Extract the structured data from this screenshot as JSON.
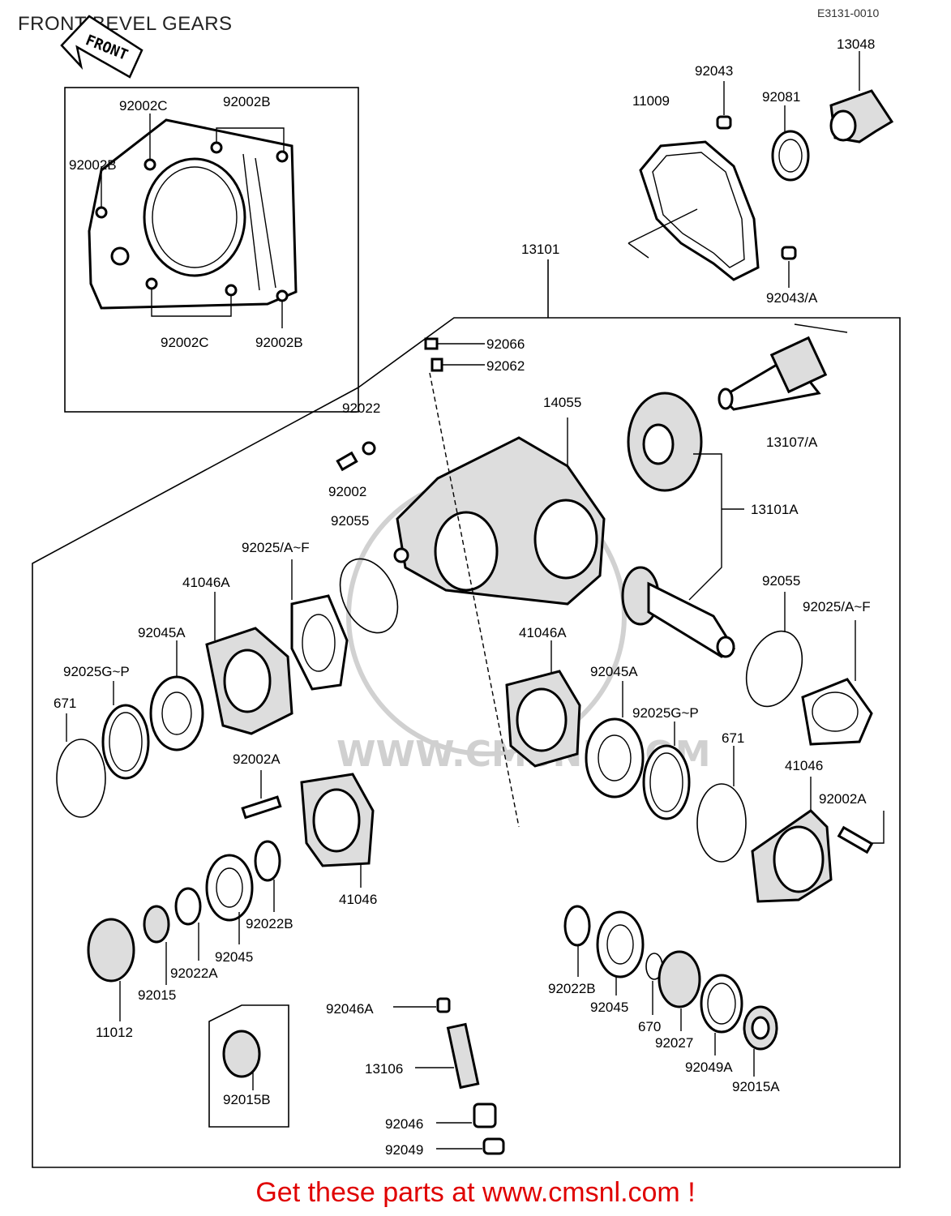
{
  "title": "FRONT BEVEL GEARS",
  "diagram_code": "E3131-0010",
  "front_tag": "FRONT",
  "watermark": "WWW.CMSNL.COM",
  "footer": "Get these parts at www.cmsnl.com !",
  "labels": {
    "p92002C_a": "92002C",
    "p92002B_a": "92002B",
    "p92002B_b": "92002B",
    "p92002C_b": "92002C",
    "p92002B_c": "92002B",
    "p11009": "11009",
    "p92043": "92043",
    "p92081": "92081",
    "p13048": "13048",
    "p92043A": "92043/A",
    "p13101": "13101",
    "p92066": "92066",
    "p92062": "92062",
    "p92022": "92022",
    "p14055": "14055",
    "p13107A": "13107/A",
    "p92002": "92002",
    "p92055_a": "92055",
    "p13101A": "13101A",
    "p92025AF_a": "92025/A~F",
    "p41046A_a": "41046A",
    "p92055_b": "92055",
    "p92025AF_b": "92025/A~F",
    "p92045A_a": "92045A",
    "p41046A_b": "41046A",
    "p92025GP_a": "92025G~P",
    "p92045A_b": "92045A",
    "p671_a": "671",
    "p92025GP_b": "92025G~P",
    "p671_b": "671",
    "p92002A_a": "92002A",
    "p41046_a": "41046",
    "p92002A_b": "92002A",
    "p41046_b": "41046",
    "p92022B_a": "92022B",
    "p92045_a": "92045",
    "p92022A": "92022A",
    "p92015": "92015",
    "p11012": "11012",
    "p92046A": "92046A",
    "p13106": "13106",
    "p92015B": "92015B",
    "p92046": "92046",
    "p92049": "92049",
    "p92022B_b": "92022B",
    "p92045_b": "92045",
    "p670": "670",
    "p92027": "92027",
    "p92049A": "92049A",
    "p92015A": "92015A"
  }
}
